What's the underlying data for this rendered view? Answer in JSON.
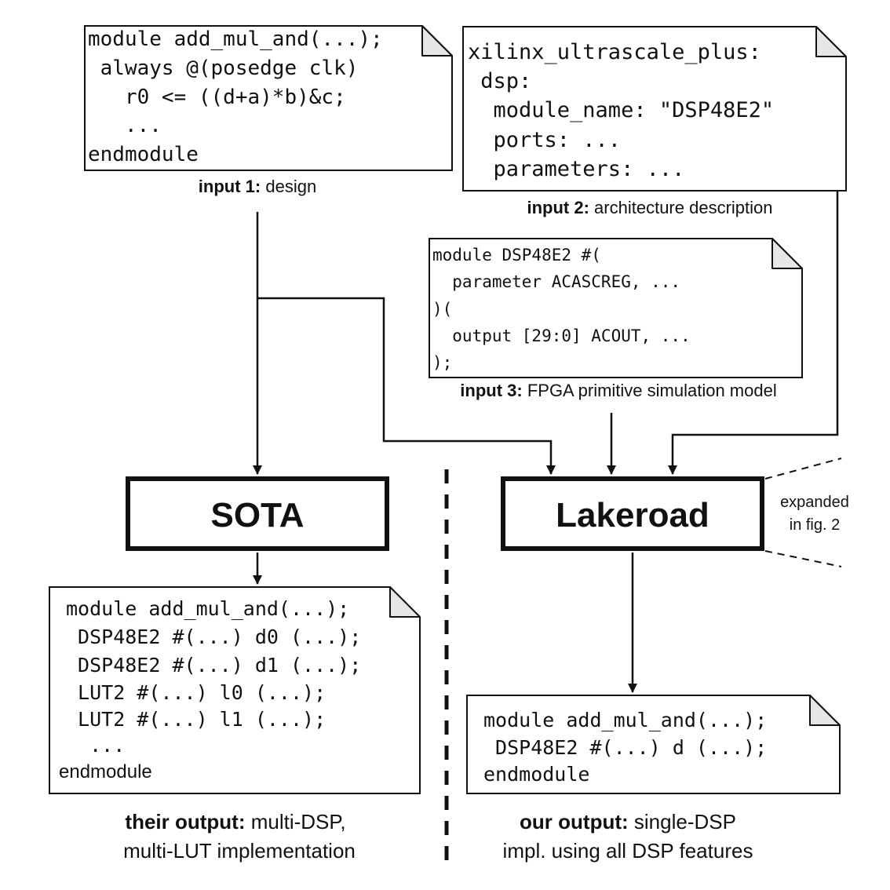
{
  "colors": {
    "ink": "#111111",
    "note_fold": "#e6e6e6",
    "background": "#ffffff"
  },
  "inputs": {
    "design": {
      "code": [
        "module add_mul_and(...);",
        " always @(posedge clk)",
        "   r0 <= ((d+a)*b)&c;",
        "   ...",
        "endmodule"
      ],
      "caption_bold": "input 1:",
      "caption": " design"
    },
    "arch": {
      "code": [
        "xilinx_ultrascale_plus:",
        " dsp:",
        "  module_name: \"DSP48E2\"",
        "  ports: ...",
        "  parameters: ..."
      ],
      "caption_bold": "input 2:",
      "caption": " architecture description"
    },
    "model": {
      "code": [
        "module DSP48E2 #(",
        "  parameter ACASCREG, ...",
        ")(",
        "  output [29:0] ACOUT, ...",
        ");"
      ],
      "caption_bold": "input 3:",
      "caption": " FPGA primitive simulation model"
    }
  },
  "tools": {
    "sota": {
      "label": "SOTA"
    },
    "lakeroad": {
      "label": "Lakeroad",
      "note_line1": "expanded",
      "note_line2": "in fig. 2"
    }
  },
  "outputs": {
    "theirs": {
      "code": [
        "module add_mul_and(...);",
        " DSP48E2 #(...) d0 (...);",
        " DSP48E2 #(...) d1 (...);",
        " LUT2 #(...) l0 (...);",
        " LUT2 #(...) l1 (...);",
        "  ...",
        "endmodule"
      ],
      "caption_bold": "their output:",
      "caption_line1": " multi-DSP,",
      "caption_line2": "multi-LUT implementation"
    },
    "ours": {
      "code": [
        "module add_mul_and(...);",
        " DSP48E2 #(...) d (...);",
        "endmodule"
      ],
      "caption_bold": "our output:",
      "caption_line1": " single-DSP",
      "caption_line2": "impl. using all DSP features"
    }
  }
}
